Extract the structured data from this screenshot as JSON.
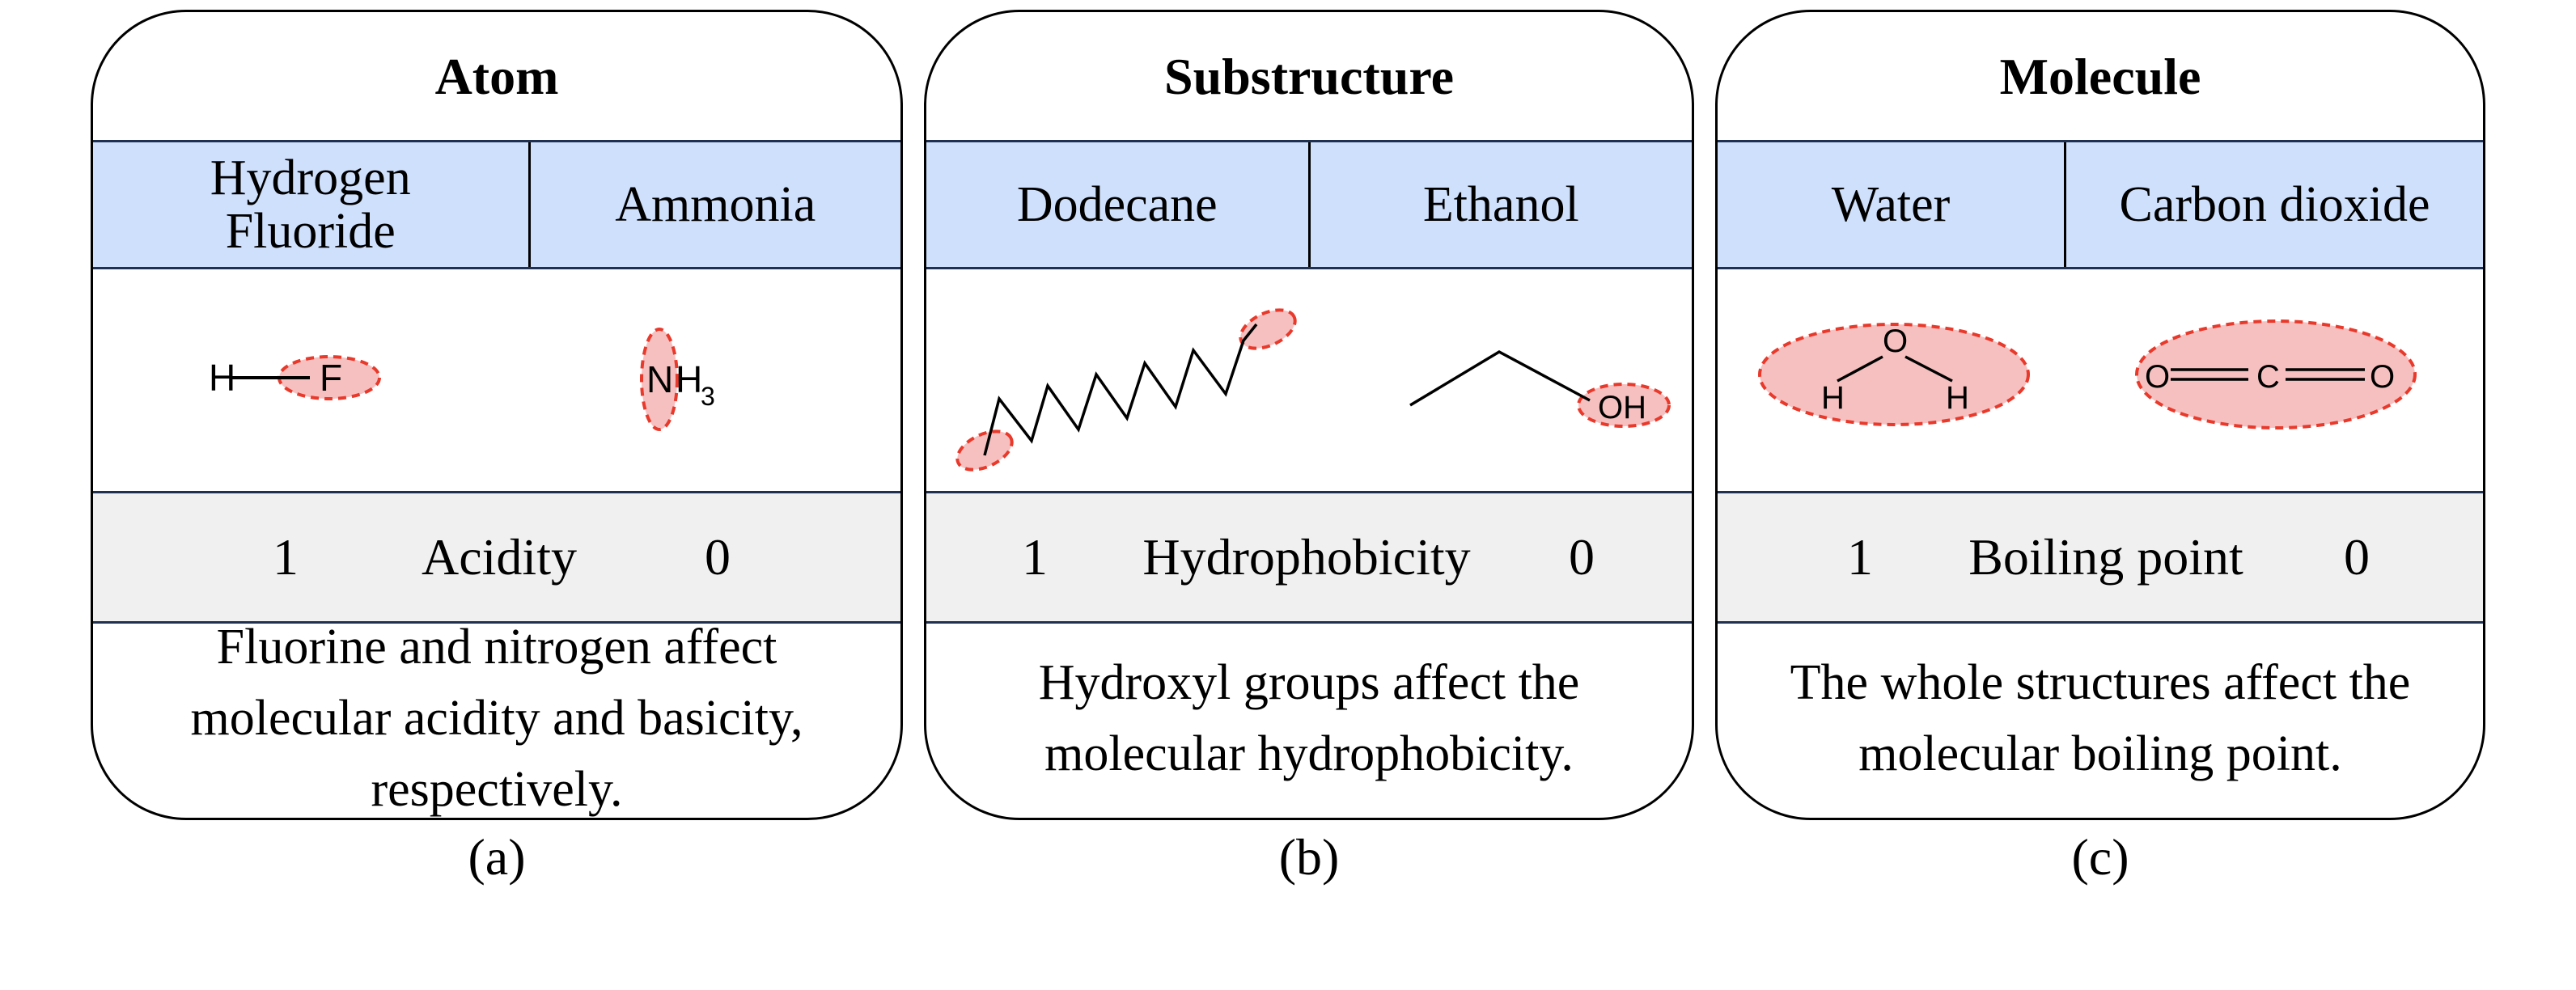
{
  "panels": [
    {
      "title": "Atom",
      "molecules": [
        "Hydrogen Fluoride",
        "Ammonia"
      ],
      "property": {
        "high": "1",
        "name": "Acidity",
        "low": "0"
      },
      "description": "Fluorine and nitrogen affect molecular acidity and basicity, respectively.",
      "caption": "(a)",
      "structures": {
        "hf": {
          "h": "H",
          "f": "F"
        },
        "nh3": {
          "n": "N",
          "h": "H",
          "sub": "3"
        }
      }
    },
    {
      "title": "Substructure",
      "molecules": [
        "Dodecane",
        "Ethanol"
      ],
      "property": {
        "high": "1",
        "name": "Hydrophobicity",
        "low": "0"
      },
      "description": "Hydroxyl groups affect the molecular hydrophobicity.",
      "caption": "(b)",
      "structures": {
        "ethanol": {
          "oh": "OH"
        }
      }
    },
    {
      "title": "Molecule",
      "molecules": [
        "Water",
        "Carbon dioxide"
      ],
      "property": {
        "high": "1",
        "name": "Boiling point",
        "low": "0"
      },
      "description": "The whole structures affect the molecular boiling point.",
      "caption": "(c)",
      "structures": {
        "water": {
          "o": "O",
          "h1": "H",
          "h2": "H"
        },
        "co2": {
          "o1": "O",
          "c": "C",
          "o2": "O"
        }
      }
    }
  ],
  "colors": {
    "highlight_fill": "#f7c0c0",
    "highlight_stroke": "#e8392b",
    "header_fill": "#cfe0fc",
    "property_fill": "#f0f0f0"
  }
}
